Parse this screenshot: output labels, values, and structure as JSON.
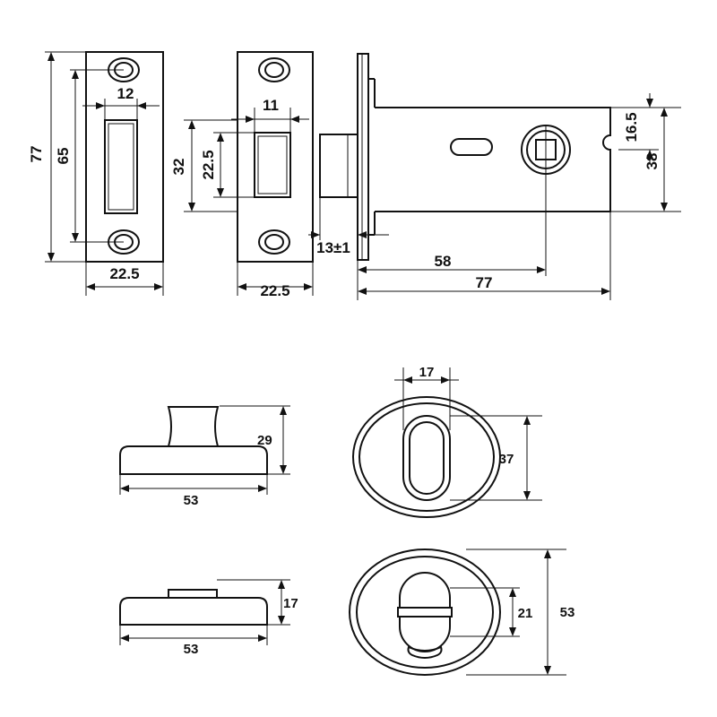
{
  "strike_plate": {
    "height": "77",
    "screw_spacing": "65",
    "slot_width": "12",
    "width": "22.5"
  },
  "forend": {
    "slot_width": "11",
    "height": "32",
    "slot_height": "22.5",
    "width": "22.5"
  },
  "latch_body": {
    "bolt_projection": "13±1",
    "backset": "58",
    "total_length": "77",
    "spindle_offset": "16.5",
    "case_height": "38"
  },
  "knob_side": {
    "height": "29",
    "width": "53"
  },
  "release_side": {
    "height": "17",
    "width": "53"
  },
  "knob_front": {
    "slot_width": "17",
    "slot_height": "37"
  },
  "release_front": {
    "slot_height": "21",
    "diameter": "53"
  }
}
